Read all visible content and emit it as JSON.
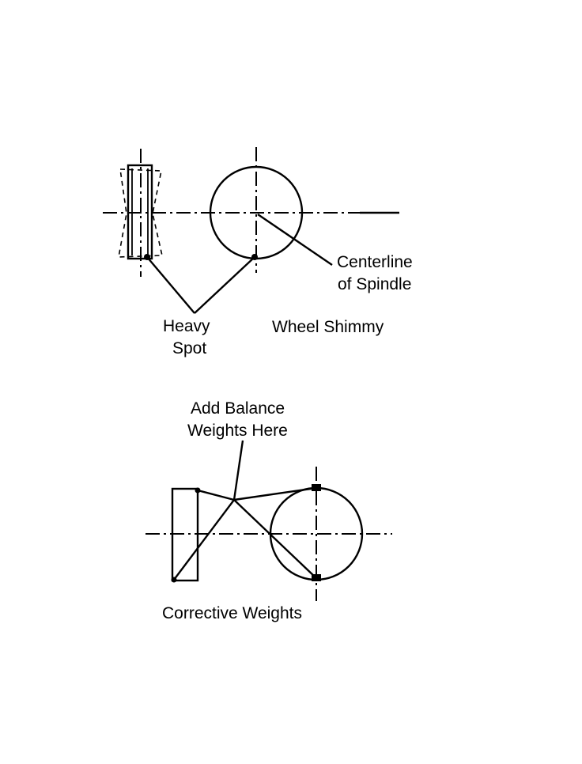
{
  "top_diagram": {
    "label_heavy_spot_line1": "Heavy",
    "label_heavy_spot_line2": "Spot",
    "label_wheel_shimmy": "Wheel Shimmy",
    "label_centerline_line1": "Centerline",
    "label_centerline_line2": "of Spindle"
  },
  "bottom_diagram": {
    "label_add_balance_line1": "Add Balance",
    "label_add_balance_line2": "Weights Here",
    "label_corrective_weights": "Corrective Weights"
  }
}
